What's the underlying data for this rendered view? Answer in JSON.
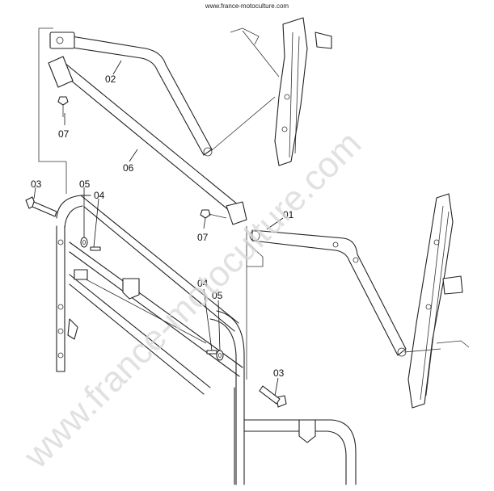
{
  "source_url": "www.france-motoculture.com",
  "watermark": "www.france-motoculture.com",
  "colors": {
    "line": "#222222",
    "watermark": "#d7d7d7",
    "background": "#ffffff"
  },
  "callouts": {
    "c02": "02",
    "c07a": "07",
    "c06": "06",
    "c03a": "03",
    "c05a": "05",
    "c04a": "04",
    "c07b": "07",
    "c01": "01",
    "c04b": "04",
    "c05b": "05",
    "c03b": "03"
  }
}
